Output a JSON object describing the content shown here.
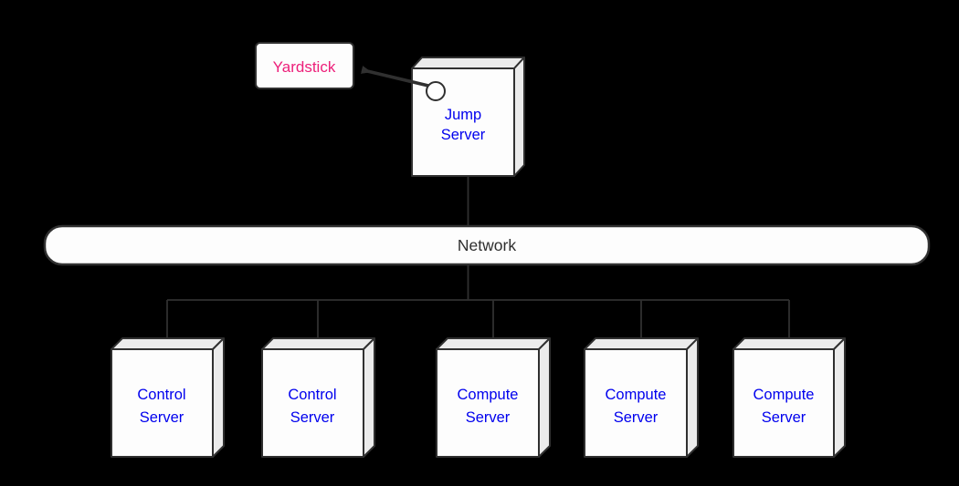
{
  "colors": {
    "background": "#000000",
    "line": "#303030",
    "node_face": "#FDFDFD",
    "node_side": "#EBEBEB",
    "server_label": "#0000EE",
    "note_label": "#ED1E79",
    "network_label": "#2E2E2E"
  },
  "note": {
    "label": "Yardstick"
  },
  "nodes": {
    "jump": {
      "label": "Jump Server",
      "line1": "Jump",
      "line2": "Server"
    },
    "network": {
      "label": "Network"
    },
    "servers": [
      {
        "label": "Control Server",
        "line1": "Control",
        "line2": "Server"
      },
      {
        "label": "Control Server",
        "line1": "Control",
        "line2": "Server"
      },
      {
        "label": "Compute Server",
        "line1": "Compute",
        "line2": "Server"
      },
      {
        "label": "Compute Server",
        "line1": "Compute",
        "line2": "Server"
      },
      {
        "label": "Compute Server",
        "line1": "Compute",
        "line2": "Server"
      }
    ]
  }
}
